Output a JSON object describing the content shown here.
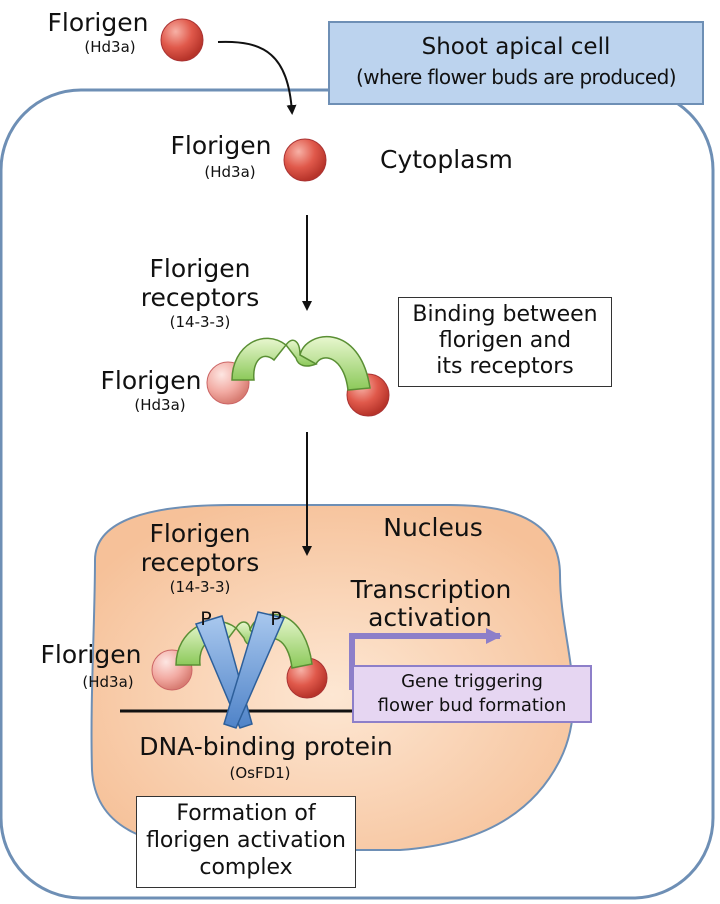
{
  "shoot_cell": {
    "title_line1": "Shoot apical cell",
    "title_line2": "(where flower buds are produced)"
  },
  "florigen_outside": {
    "name": "Florigen",
    "code": "(Hd3a)"
  },
  "florigen_cytoplasm": {
    "name": "Florigen",
    "code": "(Hd3a)"
  },
  "cytoplasm_label": "Cytoplasm",
  "receptors_cytoplasm": {
    "line1": "Florigen",
    "line2": "receptors",
    "code": "(14-3-3)"
  },
  "florigen_bound": {
    "name": "Florigen",
    "code": "(Hd3a)"
  },
  "binding_box": {
    "line1": "Binding between",
    "line2": "florigen and",
    "line3": "its receptors"
  },
  "nucleus_label": "Nucleus",
  "receptors_nucleus": {
    "line1": "Florigen",
    "line2": "receptors",
    "code": "(14-3-3)"
  },
  "transcription": {
    "line1": "Transcription",
    "line2": "activation"
  },
  "phospho": {
    "left": "P",
    "right": "P"
  },
  "florigen_nucleus": {
    "name": "Florigen",
    "code": "(Hd3a)"
  },
  "gene_box": {
    "line1": "Gene triggering",
    "line2": "flower bud formation"
  },
  "dna_protein": {
    "name": "DNA-binding protein",
    "code": "(OsFD1)"
  },
  "complex_box": {
    "line1": "Formation of",
    "line2": "florigen activation",
    "line3": "complex"
  },
  "colors": {
    "florigen": "#d9534f",
    "florigen_light": "#f2b8b3",
    "receptor": "#a8d870",
    "nucleus": "#f9d2b0",
    "shoot_box": "#bcd3ee",
    "gene_box": "#e6d6f2",
    "dna_protein": "#6f9fd8",
    "arrow_purple": "#8d7fc9"
  }
}
